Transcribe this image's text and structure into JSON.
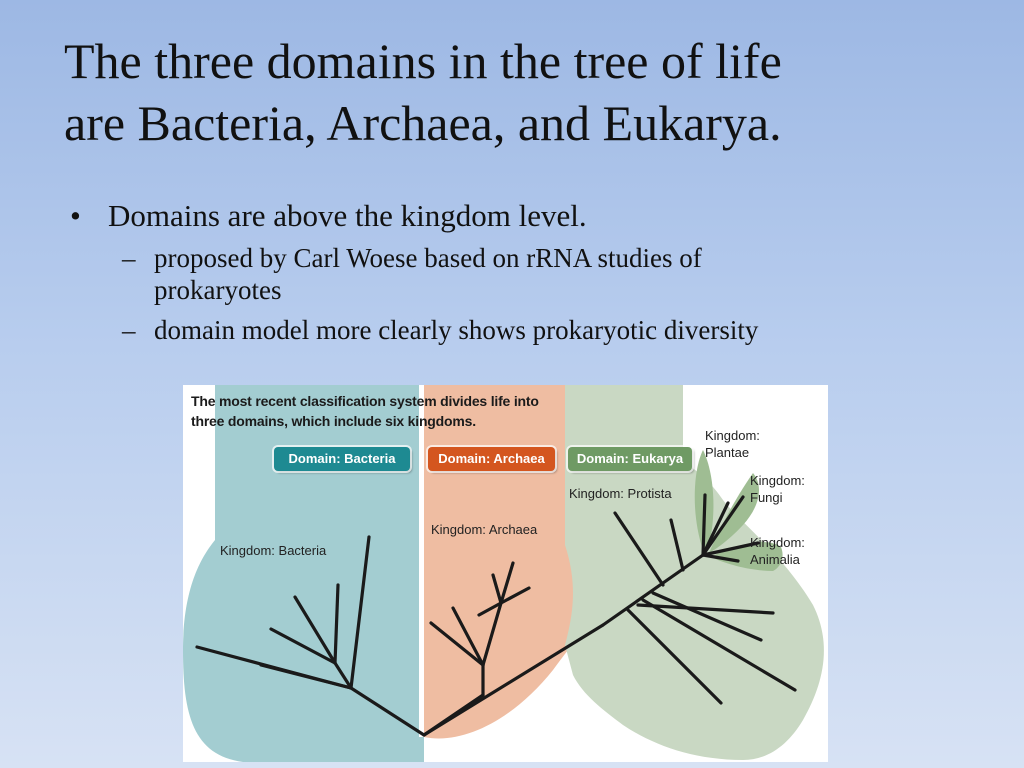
{
  "slide": {
    "title_line1": "The three domains in the tree of life",
    "title_line2": "are Bacteria, Archaea, and Eukarya.",
    "bullet1": "Domains are above the kingdom level.",
    "sub1_line1": "proposed by Carl Woese based on rRNA studies of",
    "sub1_line2": "prokaryotes",
    "sub2": "domain model more clearly shows prokaryotic diversity",
    "bullet_char": "•",
    "dash_char": "–"
  },
  "figure": {
    "caption_line1": "The most recent classification system divides life into",
    "caption_line2": "three domains, which include six kingdoms.",
    "domains": [
      {
        "label": "Domain: Bacteria",
        "color": "#1e8a92"
      },
      {
        "label": "Domain: Archaea",
        "color": "#d4561f"
      },
      {
        "label": "Domain: Eukarya",
        "color": "#6f9a64"
      }
    ],
    "kingdoms": {
      "bacteria": "Kingdom: Bacteria",
      "archaea": "Kingdom: Archaea",
      "protista": "Kingdom: Protista",
      "plantae_1": "Kingdom:",
      "plantae_2": "Plantae",
      "fungi_1": "Kingdom:",
      "fungi_2": "Fungi",
      "animalia_1": "Kingdom:",
      "animalia_2": "Animalia"
    },
    "region_colors": {
      "bacteria": "#a3cdd1",
      "archaea": "#efbda2",
      "eukarya": "#c9d8c3",
      "kingdoms": "#9fbd93"
    }
  }
}
